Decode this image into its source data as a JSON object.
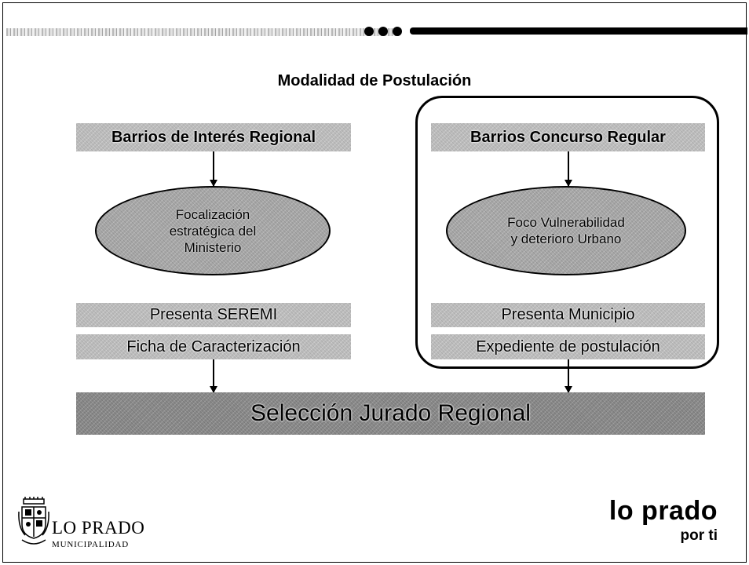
{
  "title": "Modalidad de Postulación",
  "left_column": {
    "header": "Barrios de Interés Regional",
    "ellipse_lines": [
      "Focalización",
      "estratégica del",
      "Ministerio"
    ],
    "presenta": "Presenta SEREMI",
    "document": "Ficha de Caracterización"
  },
  "right_column": {
    "header": "Barrios Concurso Regular",
    "ellipse_lines": [
      "Foco Vulnerabilidad",
      "y deterioro Urbano"
    ],
    "presenta": "Presenta Municipio",
    "document": "Expediente de postulación"
  },
  "result": "Selección Jurado Regional",
  "footer": {
    "municipality_name": "LO PRADO",
    "municipality_sub": "MUNICIPALIDAD",
    "brand_main": "lo prado",
    "brand_sub": "por ti"
  }
}
